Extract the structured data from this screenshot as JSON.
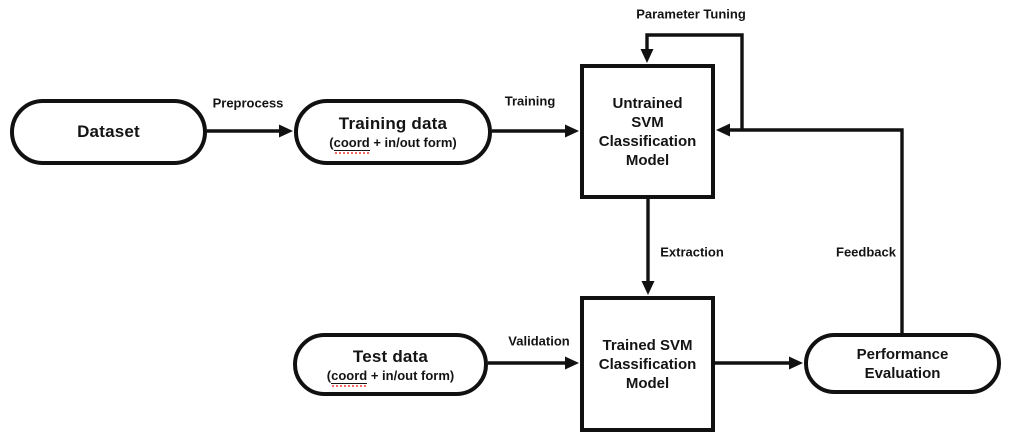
{
  "colors": {
    "ink": "#111111",
    "background": "#ffffff",
    "spellcheck_squiggle": "#f06a6a"
  },
  "nodes": {
    "dataset": {
      "shape": "stadium",
      "label": "Dataset"
    },
    "training_data": {
      "shape": "stadium",
      "label": "Training data",
      "sub_prefix": "(",
      "sub_underlined": "coord",
      "sub_suffix": " + in/out form)"
    },
    "untrained_model": {
      "shape": "rect",
      "label": "Untrained\nSVM\nClassification\nModel"
    },
    "trained_model": {
      "shape": "rect",
      "label": "Trained SVM\nClassification\nModel"
    },
    "test_data": {
      "shape": "stadium",
      "label": "Test data",
      "sub_prefix": "(",
      "sub_underlined": "coord",
      "sub_suffix": " + in/out form)"
    },
    "performance_evaluation": {
      "shape": "stadium",
      "label": "Performance\nEvaluation"
    }
  },
  "edges": [
    {
      "id": "preprocess",
      "label": "Preprocess",
      "from": "dataset",
      "to": "training_data"
    },
    {
      "id": "training",
      "label": "Training",
      "from": "training_data",
      "to": "untrained_model"
    },
    {
      "id": "parameter_tuning",
      "label": "Parameter Tuning",
      "from": "untrained_model",
      "to": "untrained_model"
    },
    {
      "id": "extraction",
      "label": "Extraction",
      "from": "untrained_model",
      "to": "trained_model"
    },
    {
      "id": "validation",
      "label": "Validation",
      "from": "test_data",
      "to": "trained_model"
    },
    {
      "id": "evaluation",
      "label": "",
      "from": "trained_model",
      "to": "performance_evaluation"
    },
    {
      "id": "feedback",
      "label": "Feedback",
      "from": "performance_evaluation",
      "to": "untrained_model"
    }
  ]
}
